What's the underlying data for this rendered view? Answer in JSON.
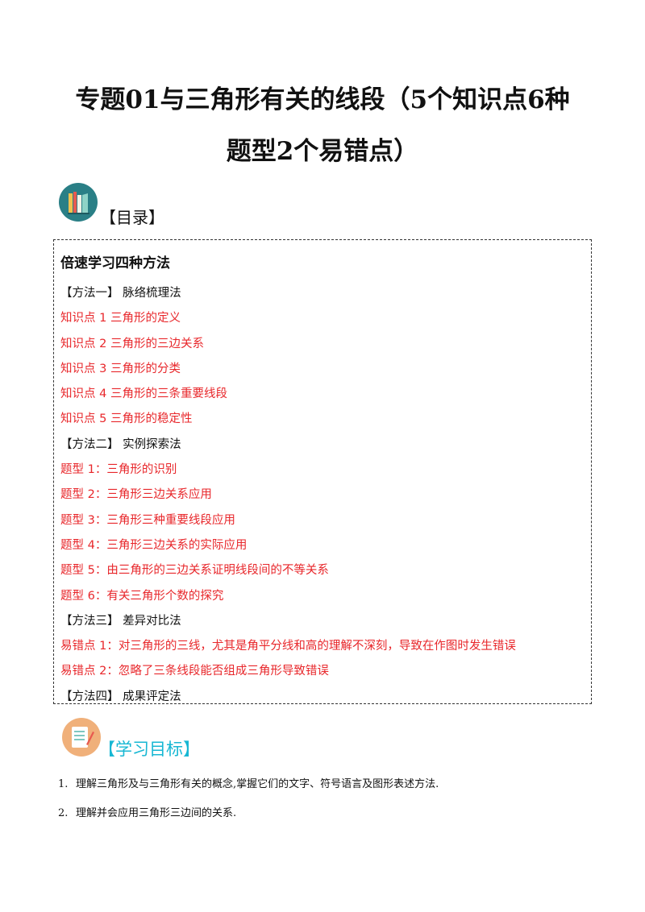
{
  "title": {
    "line1": "专题01与三角形有关的线段（5个知识点6种",
    "line2": "题型2个易错点）"
  },
  "toc": {
    "label": "【目录】",
    "heading": "倍速学习四种方法",
    "rows": [
      {
        "text": "【方法一】  脉络梳理法",
        "type": "method"
      },
      {
        "text": "知识点 1  三角形的定义",
        "type": "item"
      },
      {
        "text": "知识点 2  三角形的三边关系",
        "type": "item"
      },
      {
        "text": "知识点 3  三角形的分类",
        "type": "item"
      },
      {
        "text": "知识点 4 三角形的三条重要线段",
        "type": "item"
      },
      {
        "text": "知识点 5  三角形的稳定性",
        "type": "item"
      },
      {
        "text": "【方法二】  实例探索法",
        "type": "method"
      },
      {
        "text": "题型 1：三角形的识别",
        "type": "item"
      },
      {
        "text": "题型 2：三角形三边关系应用",
        "type": "item"
      },
      {
        "text": "题型 3：三角形三种重要线段应用",
        "type": "item"
      },
      {
        "text": "题型 4：三角形三边关系的实际应用",
        "type": "item"
      },
      {
        "text": "题型 5：由三角形的三边关系证明线段间的不等关系",
        "type": "item"
      },
      {
        "text": "题型 6：有关三角形个数的探究",
        "type": "item"
      },
      {
        "text": "【方法三】  差异对比法",
        "type": "method"
      },
      {
        "text": "易错点 1：对三角形的三线，尤其是角平分线和高的理解不深刻，导致在作图时发生错误",
        "type": "item"
      },
      {
        "text": "易错点 2：忽略了三条线段能否组成三角形导致错误",
        "type": "item"
      },
      {
        "text": "【方法四】  成果评定法",
        "type": "method"
      }
    ]
  },
  "goals": {
    "label": "【学习目标】",
    "items": [
      {
        "num": "1.",
        "text": "理解三角形及与三角形有关的概念,掌握它们的文字、符号语言及图形表述方法."
      },
      {
        "num": "2.",
        "text": "理解并会应用三角形三边间的关系."
      }
    ]
  },
  "colors": {
    "red": "#e8272b",
    "cyan": "#17b7d3",
    "icon_teal": "#2a7f86",
    "icon_orange": "#f0b07a"
  }
}
